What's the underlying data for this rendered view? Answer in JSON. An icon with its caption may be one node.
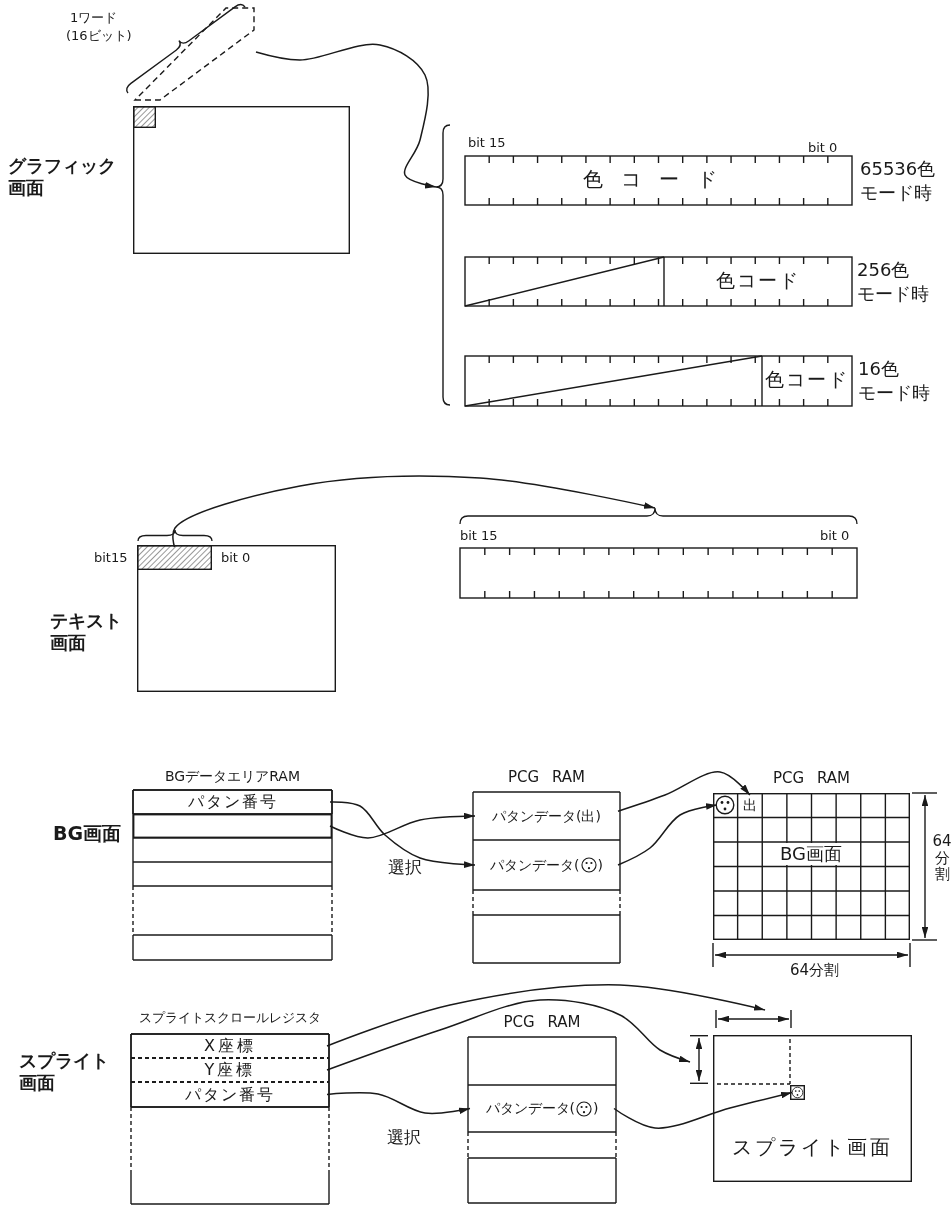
{
  "diagram": {
    "nodes": [
      {
        "text": [
          "グラフィック画面"
        ]
      },
      {
        "text": [],
        "shape": "box",
        "in": 0
      },
      {
        "text": [],
        "shape": "box",
        "beside": [
          "1ワード",
          "(16ビット)"
        ]
      },
      {
        "text": [],
        "shape": "brace"
      },
      {
        "text": [
          "bit 15",
          "bit 0",
          "色コード"
        ],
        "beside": [
          "65536色",
          "モード時"
        ]
      },
      {
        "text": [
          "色コード"
        ],
        "beside": [
          "256色",
          "モード時"
        ]
      },
      {
        "text": [
          "色コード"
        ],
        "beside": [
          "16色",
          "モード時"
        ]
      },
      {
        "text": [
          "テキスト画面"
        ]
      },
      {
        "text": [],
        "shape": "box",
        "in": 7,
        "beside": [
          "bit15",
          "bit 0"
        ]
      },
      {
        "text": [
          "bit 15",
          "bit 0"
        ]
      },
      {
        "text": [
          "BGデータエリアRAM"
        ],
        "beside": [
          "BG画面"
        ]
      },
      {
        "text": [
          "パタン番号"
        ],
        "in": 10
      },
      {
        "text": [],
        "shape": "box",
        "in": 10
      },
      {
        "text": [
          "PCG RAM"
        ]
      },
      {
        "text": [
          "パタンデータ(出)"
        ],
        "in": 13
      },
      {
        "text": [
          "パタンデータ(",
          ")"
        ],
        "in": 13
      },
      {
        "text": [
          "PCG RAM",
          "BG画面"
        ]
      },
      {
        "text": [],
        "shape": "circle",
        "in": 16
      },
      {
        "text": [
          "出"
        ],
        "in": 16
      },
      {
        "text": [
          "スプライトスクロールレジスタ"
        ],
        "beside": [
          "スプライト画面"
        ]
      },
      {
        "text": [
          "X座標"
        ],
        "in": 19
      },
      {
        "text": [
          "Y座標"
        ],
        "in": 19
      },
      {
        "text": [
          "パタン番号"
        ],
        "in": 19
      },
      {
        "text": [
          "PCG RAM"
        ]
      },
      {
        "text": [
          "パタンデータ(",
          ")"
        ],
        "in": 23
      },
      {
        "text": [],
        "shape": "arrow"
      },
      {
        "text": [],
        "shape": "arrow"
      },
      {
        "text": [
          "スプライト画面"
        ]
      },
      {
        "text": [],
        "shape": "box",
        "in": 27
      }
    ],
    "edges": [
      {
        "from": 2,
        "to": 3,
        "arrow": "to"
      },
      {
        "from": 8,
        "to": 9,
        "arrow": "to"
      },
      {
        "from": 11,
        "to": 15,
        "arrow": "to"
      },
      {
        "from": 12,
        "to": 14,
        "arrow": "to"
      },
      {
        "from": 14,
        "to": 18,
        "arrow": "to"
      },
      {
        "from": 15,
        "to": 17,
        "arrow": "to"
      },
      {
        "from": 20,
        "to": 25,
        "arrow": "to"
      },
      {
        "from": 21,
        "to": 26,
        "arrow": "to"
      },
      {
        "from": 22,
        "to": 24,
        "arrow": "to"
      },
      {
        "from": 24,
        "to": 28,
        "arrow": "to"
      }
    ],
    "labels": [
      "64分割",
      "選択",
      "64分割",
      "選択"
    ]
  }
}
